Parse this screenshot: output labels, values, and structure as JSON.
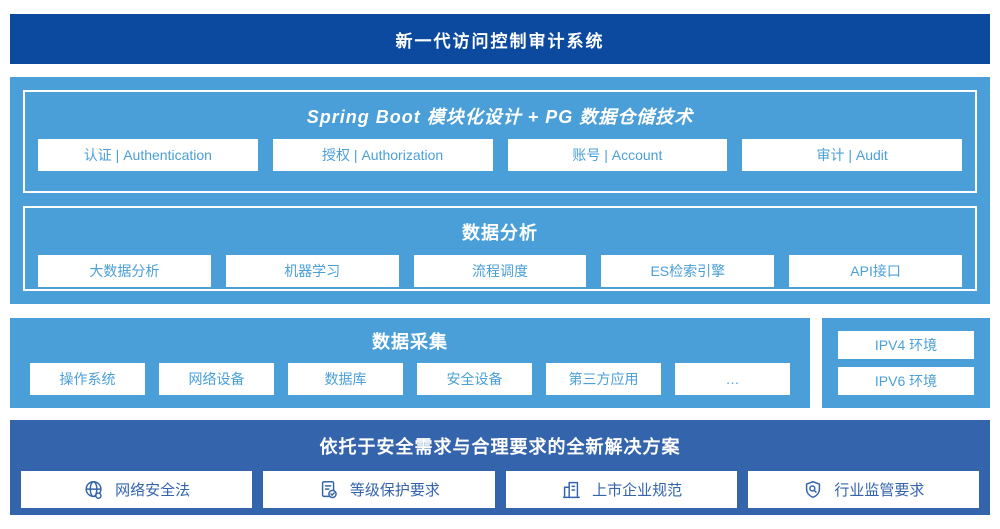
{
  "banner": {
    "title": "新一代访问控制审计系统"
  },
  "platform": {
    "spring": {
      "title": "Spring Boot 模块化设计 + PG 数据仓储技术",
      "items": [
        {
          "label": "认证 | Authentication"
        },
        {
          "label": "授权 | Authorization"
        },
        {
          "label": "账号 | Account"
        },
        {
          "label": "审计 | Audit"
        }
      ]
    },
    "analysis": {
      "title": "数据分析",
      "items": [
        {
          "label": "大数据分析"
        },
        {
          "label": "机器学习"
        },
        {
          "label": "流程调度"
        },
        {
          "label": "ES检索引擎"
        },
        {
          "label": "API接口"
        }
      ]
    }
  },
  "collection": {
    "title": "数据采集",
    "items": [
      {
        "label": "操作系统"
      },
      {
        "label": "网络设备"
      },
      {
        "label": "数据库"
      },
      {
        "label": "安全设备"
      },
      {
        "label": "第三方应用"
      },
      {
        "label": "…"
      }
    ]
  },
  "environments": {
    "items": [
      {
        "label": "IPV4 环境"
      },
      {
        "label": "IPV6 环境"
      }
    ]
  },
  "solution": {
    "title": "依托于安全需求与合理要求的全新解决方案",
    "items": [
      {
        "icon": "globe-icon",
        "label": "网络安全法"
      },
      {
        "icon": "document-check-icon",
        "label": "等级保护要求"
      },
      {
        "icon": "building-icon",
        "label": "上市企业规范"
      },
      {
        "icon": "shield-magnifier-icon",
        "label": "行业监管要求"
      }
    ]
  },
  "colors": {
    "banner_bg": "#0b4a9e",
    "section_bg": "#4a9fd8",
    "solution_bg": "#3464ab",
    "light_box_text": "#4a9fd8",
    "solution_text": "#3464ab"
  }
}
